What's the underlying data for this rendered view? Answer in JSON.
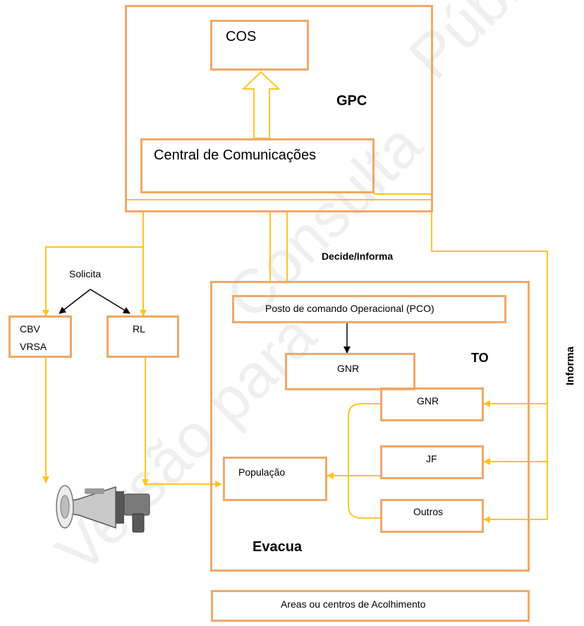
{
  "colors": {
    "box_border": "#F0A868",
    "connector": "#FFC425",
    "arrow_dark": "#000000",
    "watermark": "#efefef"
  },
  "watermark": {
    "fragment_top": "Pública",
    "fragment_mid": "Consulta",
    "fragment_low": "Versão para"
  },
  "gpc": {
    "label": "GPC",
    "cos_label": "COS",
    "central_label": "Central de Comunicações"
  },
  "links": {
    "decide_label": "Decide/Informa",
    "solicita_label": "Solicita",
    "informa_label": "Informa"
  },
  "left": {
    "cbv_line1": "CBV",
    "cbv_line2": "VRSA",
    "rl_label": "RL",
    "megaphone_icon": "megaphone-icon"
  },
  "to": {
    "label": "TO",
    "pco_label": "Posto de comando Operacional (PCO)",
    "gnr_top_label": "GNR",
    "gnr_right_label": "GNR",
    "jf_label": "JF",
    "outros_label": "Outros",
    "populacao_label": "População",
    "evacua_label": "Evacua"
  },
  "footer": {
    "acolhimento_label": "Areas ou centros de Acolhimento"
  }
}
